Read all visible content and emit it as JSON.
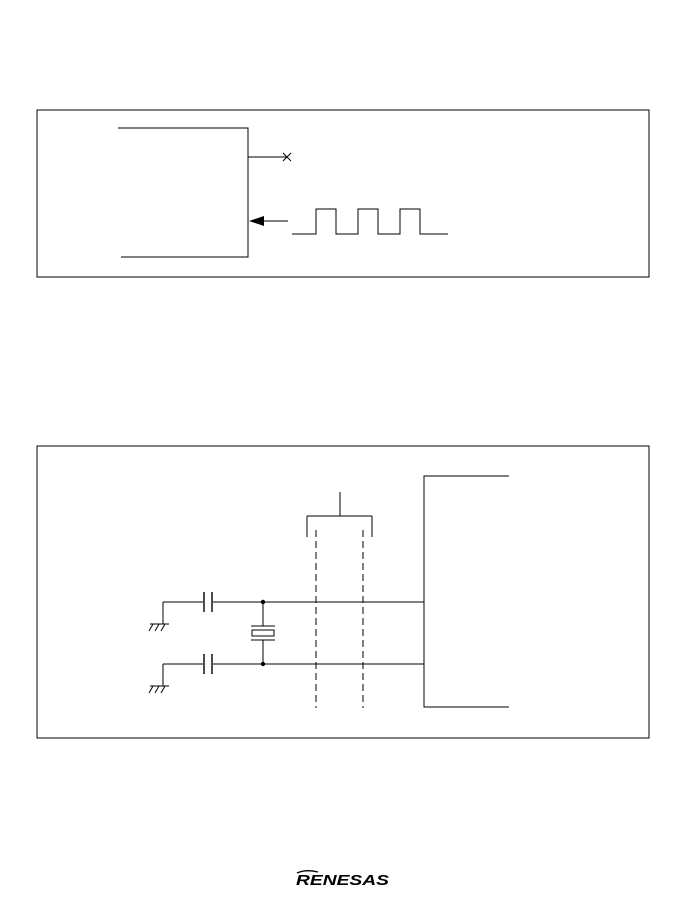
{
  "page": {
    "background": "#ffffff",
    "ink_color": "#000000"
  },
  "figures": [
    {
      "name": "external-clock-input-diagram",
      "elements": [
        "lsi-block",
        "unconnected-pin",
        "clock-input-pin",
        "square-wave-signal"
      ]
    },
    {
      "name": "crystal-oscillator-connection-diagram",
      "elements": [
        "lsi-block",
        "crystal-resonator",
        "load-capacitor",
        "load-capacitor",
        "ground-symbol",
        "ground-symbol",
        "dashed-guard-lines"
      ]
    }
  ],
  "footer": {
    "logo_text": "RENESAS"
  }
}
